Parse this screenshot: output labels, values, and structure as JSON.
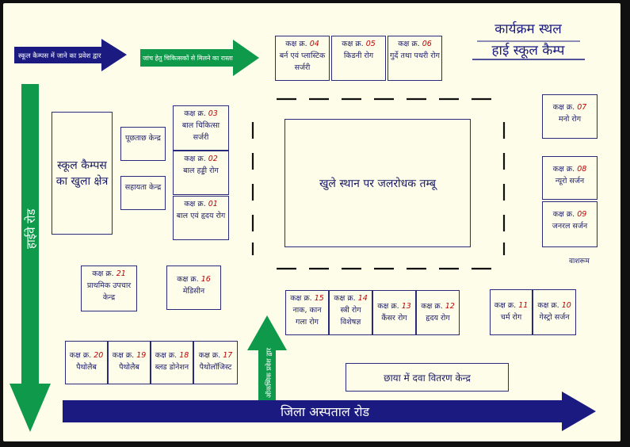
{
  "title": {
    "line1": "कार्यक्रम स्थल",
    "line2": "हाई स्कूल कैम्प"
  },
  "arrows": {
    "entry": "स्कूल कैम्पस में जाने का प्रवेश द्वार",
    "doctor_path": "जांच हेतु चिकित्सकों से मिलने का रास्ता",
    "highway": "हाईवे रोड",
    "emergency": "ऑकष्मिक प्रवेश द्वार",
    "district_road": "जिला अस्पताल रोड"
  },
  "colors": {
    "navy": "#1a1a80",
    "green": "#0e9a4a",
    "red": "#c00000"
  },
  "zones": {
    "open_area": "स्कूल कैम्पस का खुला क्षेत्र",
    "tent": "खुले स्थान पर जलरोधक तम्बू",
    "distribution": "छाया में दवा वितरण केन्द्र",
    "enquiry": "पूछताछ केन्द्र",
    "help": "सहायता केन्द्र",
    "washroom": "वाशरूम"
  },
  "room_prefix": "कक्ष क्र.",
  "rooms": [
    {
      "no": "04",
      "name": "बर्न एवं प्लास्टिक सर्जरी"
    },
    {
      "no": "05",
      "name": "किडनी रोग"
    },
    {
      "no": "06",
      "name": "गुर्दे तथा पथरी रोग"
    },
    {
      "no": "03",
      "name": "बाल चिकित्सा सर्जरी"
    },
    {
      "no": "02",
      "name": "बाल हड्डी रोग"
    },
    {
      "no": "01",
      "name": "बाल एवं हृदय रोग"
    },
    {
      "no": "07",
      "name": "मनो रोग"
    },
    {
      "no": "08",
      "name": "न्यूरो सर्जन"
    },
    {
      "no": "09",
      "name": "जनरल सर्जन"
    },
    {
      "no": "21",
      "name": "प्राथमिक उपचार केन्द्र"
    },
    {
      "no": "16",
      "name": "मेडिसीन"
    },
    {
      "no": "15",
      "name": "नाक, कान गला रोग"
    },
    {
      "no": "14",
      "name": "स्त्री रोग विशेषज्ञ"
    },
    {
      "no": "13",
      "name": "कैंसर रोग"
    },
    {
      "no": "12",
      "name": "हृदय रोग"
    },
    {
      "no": "11",
      "name": "चर्म रोग"
    },
    {
      "no": "10",
      "name": "गेस्ट्रो सर्जन"
    },
    {
      "no": "20",
      "name": "पैथोलैब"
    },
    {
      "no": "19",
      "name": "पैथोलैब"
    },
    {
      "no": "18",
      "name": "ब्लड डोनेशन"
    },
    {
      "no": "17",
      "name": "पैथोलॉजिस्ट"
    }
  ]
}
